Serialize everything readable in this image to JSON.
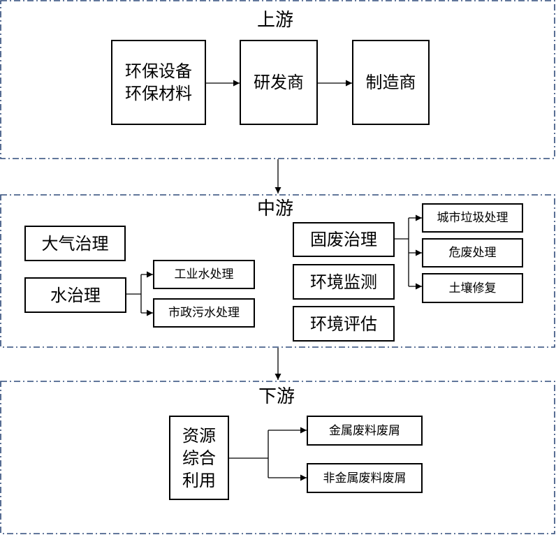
{
  "upstream": {
    "title": "上游",
    "equipment_lines": [
      "环保设备",
      "环保材料"
    ],
    "rnd": "研发商",
    "manufacturer": "制造商"
  },
  "midstream": {
    "title": "中游",
    "air": "大气治理",
    "water": "水治理",
    "water_children": [
      "工业水处理",
      "市政污水处理"
    ],
    "solid": "固废治理",
    "solid_children": [
      "城市垃圾处理",
      "危废处理",
      "土壤修复"
    ],
    "monitoring": "环境监测",
    "assessment": "环境评估"
  },
  "downstream": {
    "title": "下游",
    "resource_lines": [
      "资源",
      "综合",
      "利用"
    ],
    "resource_children": [
      "金属废料废屑",
      "非金属废料废屑"
    ]
  }
}
